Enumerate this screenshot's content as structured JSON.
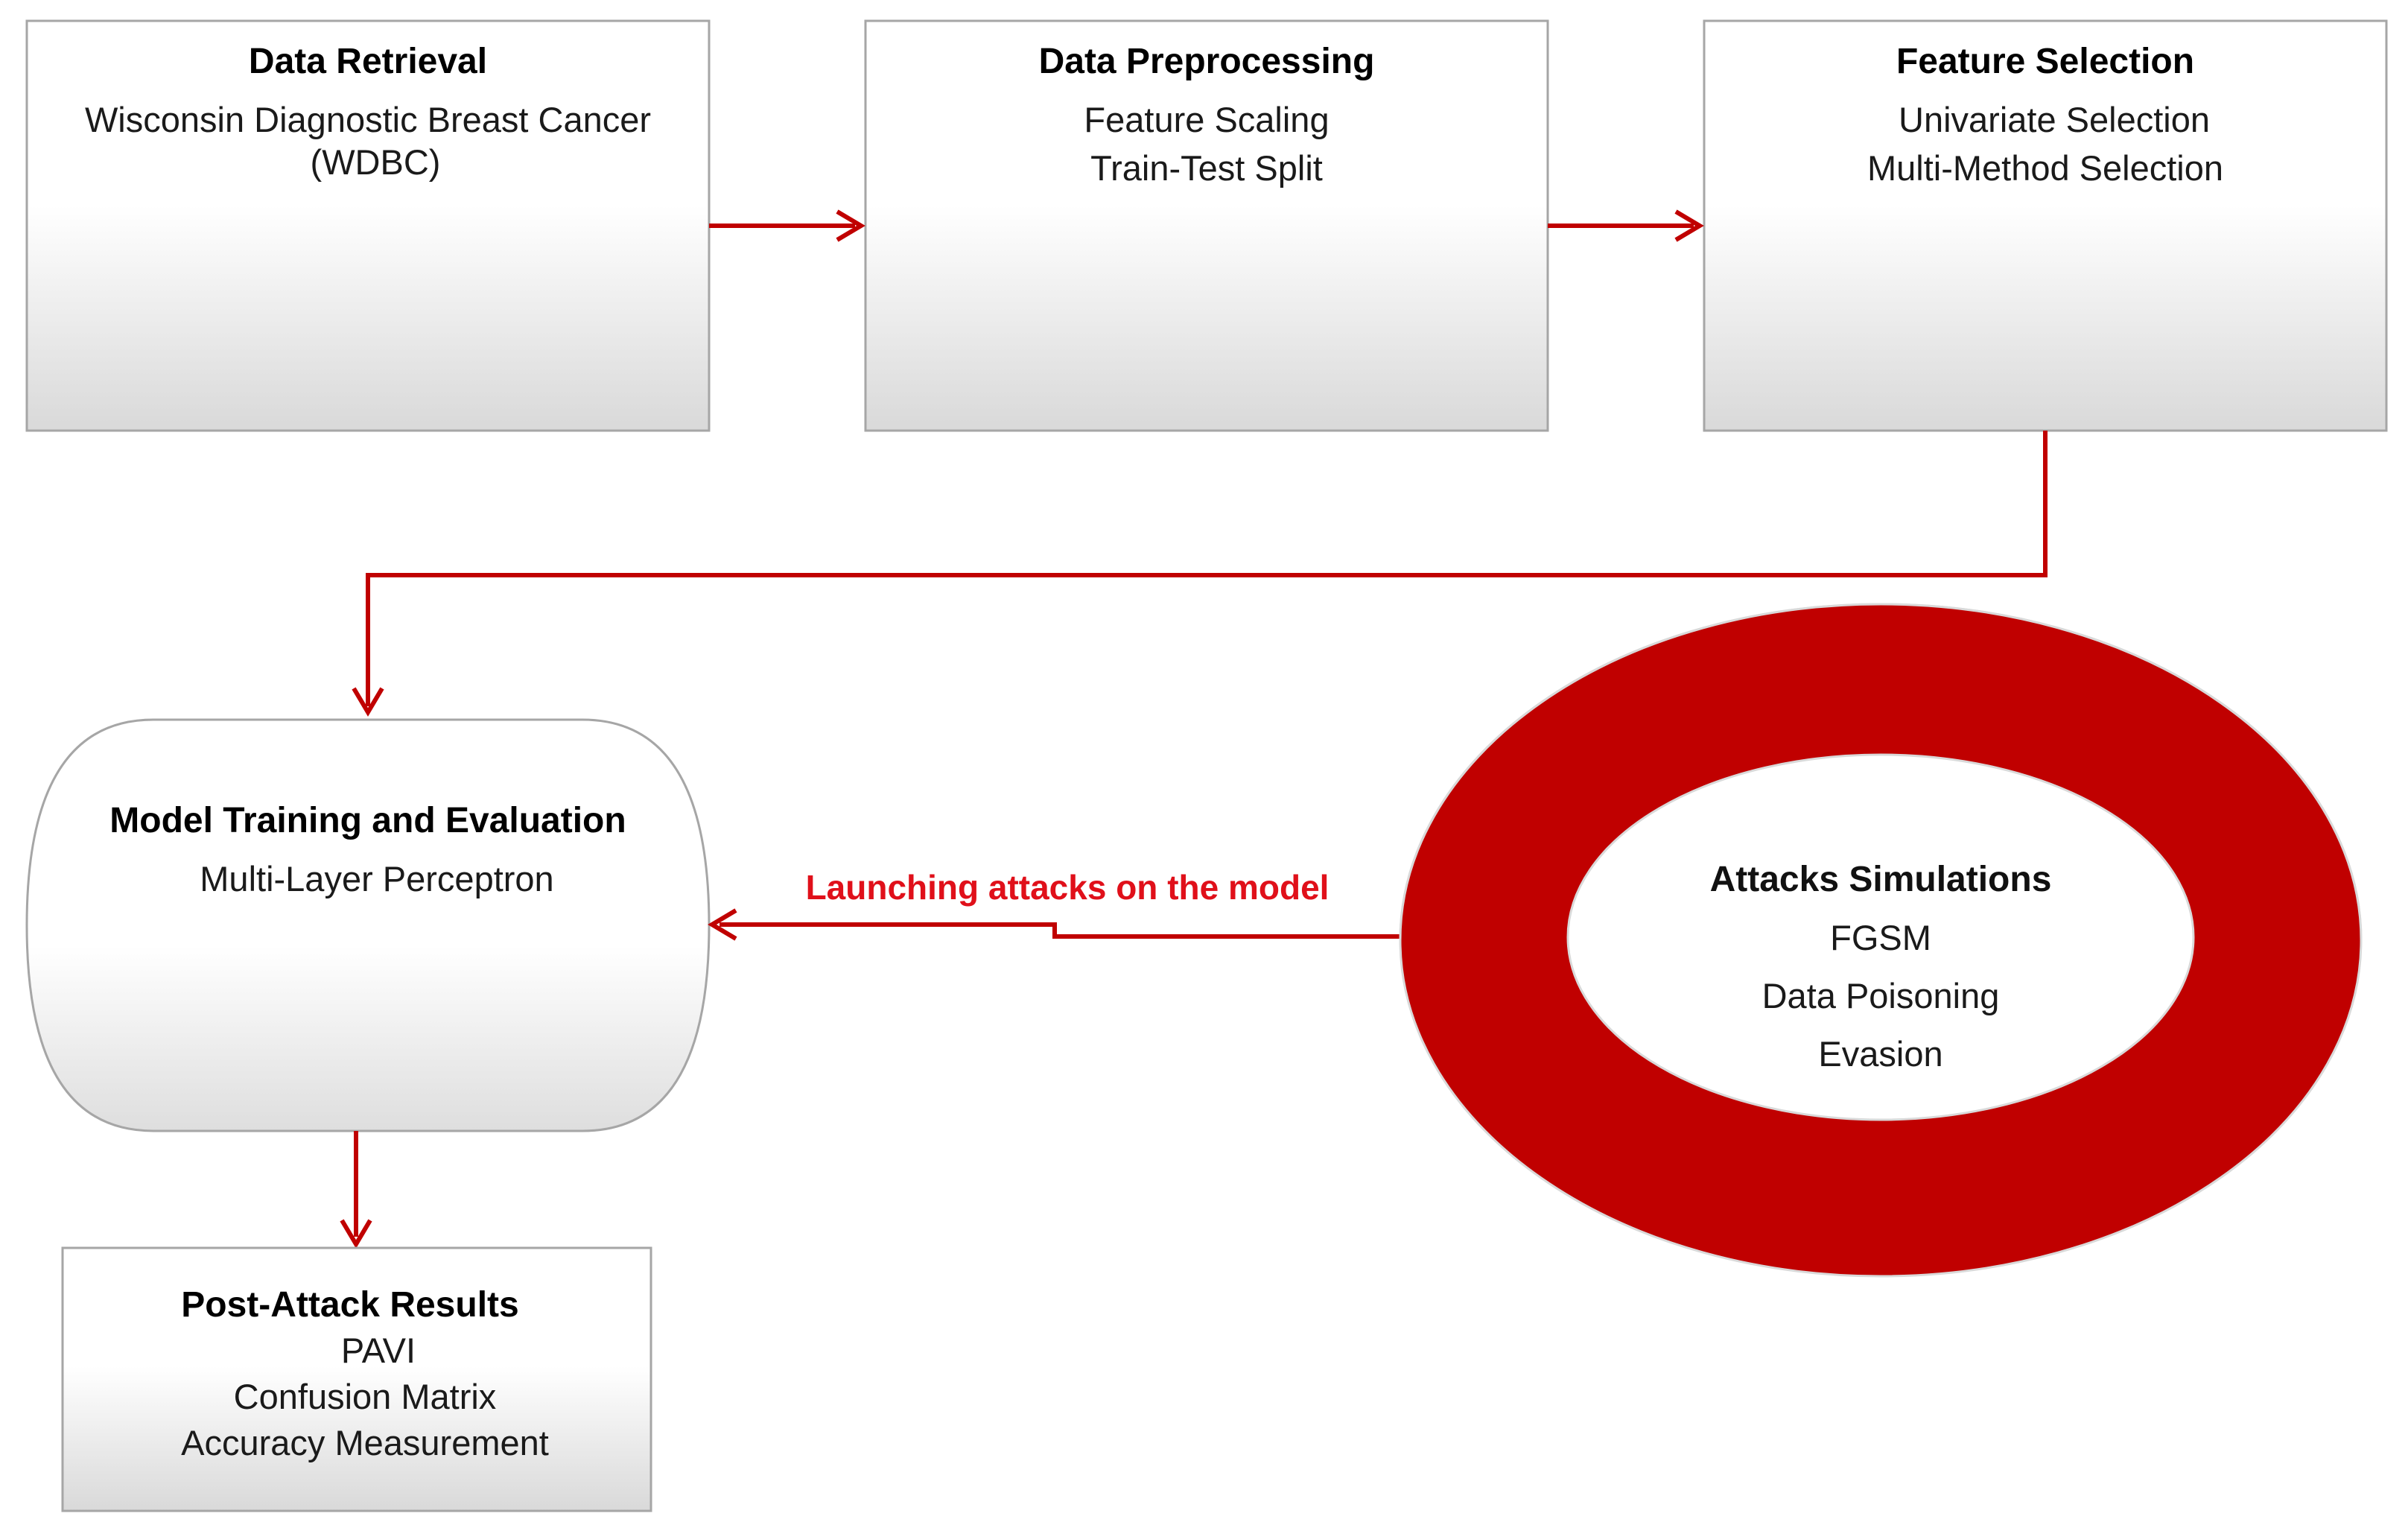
{
  "colors": {
    "accent": "#c00000",
    "box_border": "#a6a6a6",
    "box_gradient_top": "#ffffff",
    "box_gradient_bottom": "#dcdcdc"
  },
  "boxes": {
    "data_retrieval": {
      "title": "Data Retrieval",
      "lines": [
        "Wisconsin Diagnostic Breast Cancer",
        "(WDBC)"
      ]
    },
    "data_preprocessing": {
      "title": "Data Preprocessing",
      "lines": [
        "Feature Scaling",
        "Train-Test Split"
      ]
    },
    "feature_selection": {
      "title": "Feature Selection",
      "lines": [
        "Univariate Selection",
        "Multi-Method Selection"
      ]
    },
    "model_training": {
      "title": "Model Training and Evaluation",
      "lines": [
        "Multi-Layer Perceptron"
      ]
    },
    "post_attack": {
      "title": "Post-Attack Results",
      "lines": [
        "PAVI",
        "Confusion Matrix",
        "Accuracy Measurement"
      ]
    }
  },
  "attacks": {
    "title": "Attacks Simulations",
    "lines": [
      "FGSM",
      "Data Poisoning",
      "Evasion"
    ]
  },
  "connector_label": "Launching attacks on the model"
}
